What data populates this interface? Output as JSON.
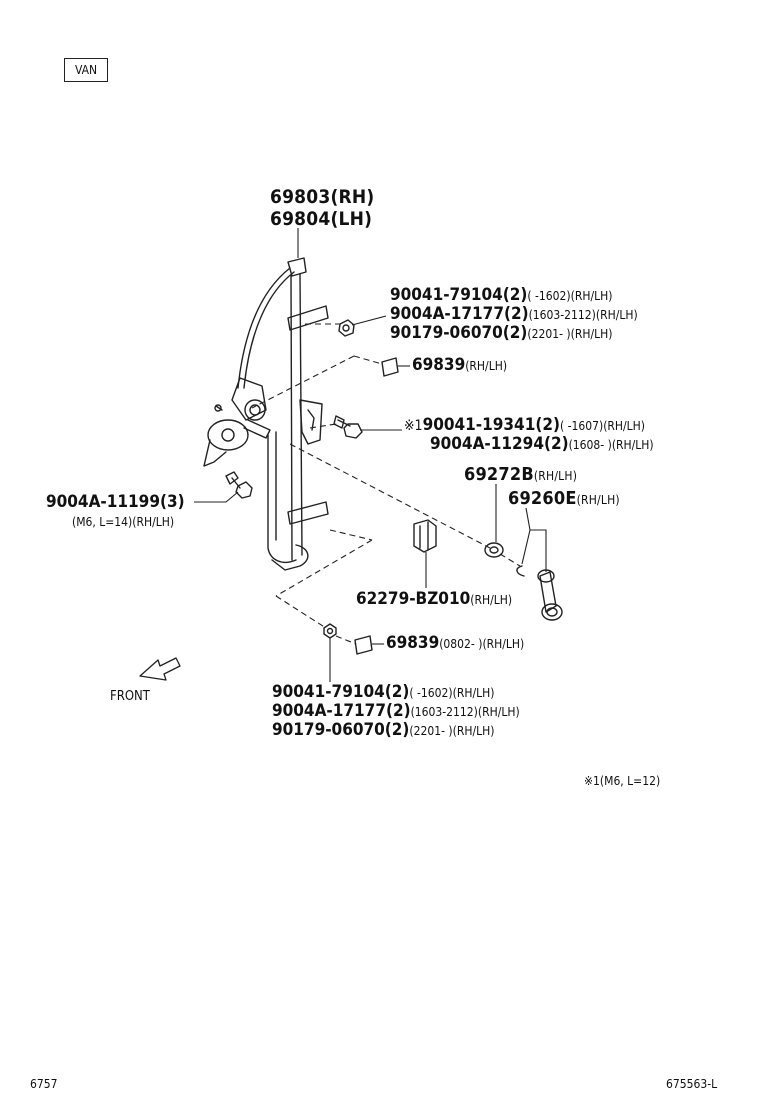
{
  "variant_label": "VAN",
  "parts": {
    "regulator_rh": "69803(RH)",
    "regulator_lh": "69804(LH)",
    "upper_bolts": [
      {
        "pn": "90041-79104(2)",
        "note": "(      -1602)(RH/LH)"
      },
      {
        "pn": "9004A-17177(2)",
        "note": "(1603-2112)(RH/LH)"
      },
      {
        "pn": "90179-06070(2)",
        "note": "(2201-       )(RH/LH)"
      }
    ],
    "clip_upper": {
      "pn": "69839",
      "note": "(RH/LH)"
    },
    "screw_mark": "※1",
    "motor_bolts": [
      {
        "pn": "90041-19341(2)",
        "note": "(      -1607)(RH/LH)"
      },
      {
        "pn": "9004A-11294(2)",
        "note": "(1608-       )(RH/LH)"
      }
    ],
    "bushing": {
      "pn": "69272B",
      "note": "(RH/LH)"
    },
    "handle": {
      "pn": "69260E",
      "note": "(RH/LH)"
    },
    "left_bolt": {
      "pn": "9004A-11199(3)",
      "note": "(M6, L=14)(RH/LH)"
    },
    "cushion": {
      "pn": "62279-BZ010",
      "note": "(RH/LH)"
    },
    "clip_lower": {
      "pn": "69839",
      "note": "(0802-       )(RH/LH)"
    },
    "lower_bolts": [
      {
        "pn": "90041-79104(2)",
        "note": "(      -1602)(RH/LH)"
      },
      {
        "pn": "9004A-17177(2)",
        "note": "(1603-2112)(RH/LH)"
      },
      {
        "pn": "90179-06070(2)",
        "note": "(2201-       )(RH/LH)"
      }
    ]
  },
  "front_label": "FRONT",
  "footnote": "※1(M6, L=12)",
  "page_number": "6757",
  "figure_id": "675563-L"
}
